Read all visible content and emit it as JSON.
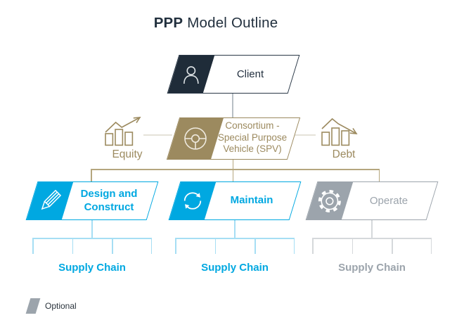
{
  "title": {
    "emphasis": "PPP",
    "text": "Model Outline"
  },
  "colors": {
    "navy": "#1F2C39",
    "tan": "#9C8A5F",
    "blue": "#00A8E1",
    "gray": "#9CA4AC",
    "light_blue_line": "#A6DEF4",
    "light_gray_line": "#D5D8DB",
    "tan_line": "#B5A67E"
  },
  "nodes": {
    "client": {
      "label": "Client",
      "icon": "person-icon"
    },
    "spv": {
      "line1": "Consortium -",
      "line2": "Special Purpose",
      "line3": "Vehicle (SPV)",
      "icon": "steering-wheel-icon"
    },
    "equity": {
      "label": "Equity",
      "icon": "bar-chart-rising-icon"
    },
    "debt": {
      "label": "Debt",
      "icon": "bar-chart-falling-icon"
    },
    "design_construct": {
      "label": "Design and Construct",
      "icon": "pencil-icon"
    },
    "maintain": {
      "label": "Maintain",
      "icon": "circular-arrows-icon"
    },
    "operate": {
      "label": "Operate",
      "icon": "gear-icon"
    }
  },
  "supply_chains": [
    {
      "label": "Supply Chain"
    },
    {
      "label": "Supply Chain"
    },
    {
      "label": "Supply Chain"
    }
  ],
  "legend": {
    "label": "Optional"
  }
}
